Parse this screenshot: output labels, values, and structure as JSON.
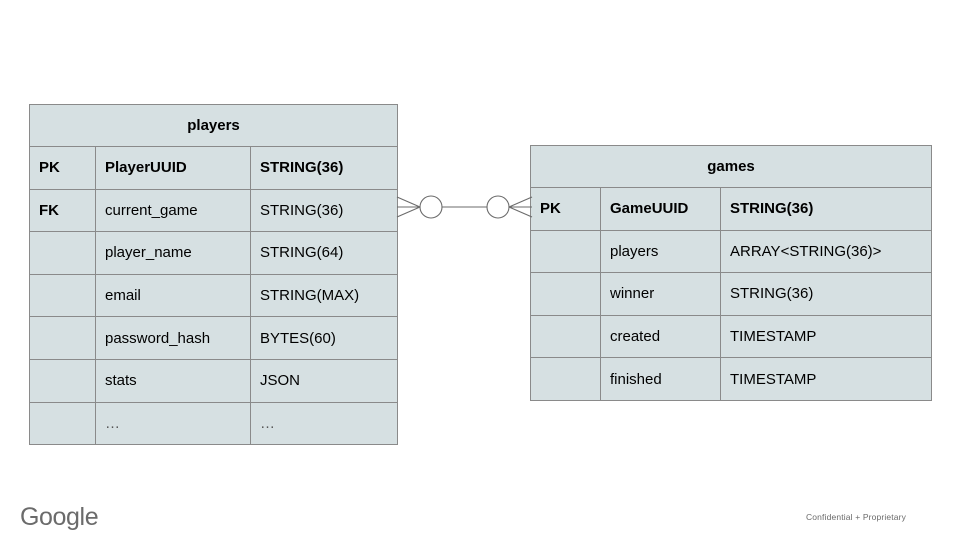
{
  "diagram": {
    "type": "entity-relationship-diagram",
    "background_color": "#ffffff",
    "entity_fill_color": "#d6e0e2",
    "entity_border_color": "#8a8a8a",
    "connector_color": "#6b6b6b",
    "entities": [
      {
        "name": "players",
        "columns": [
          {
            "key": "PK",
            "field": "PlayerUUID",
            "type": "STRING(36)",
            "emphasis": "bold"
          },
          {
            "key": "FK",
            "field": "current_game",
            "type": "STRING(36)",
            "emphasis": "normal"
          },
          {
            "key": "",
            "field": "player_name",
            "type": "STRING(64)",
            "emphasis": "normal"
          },
          {
            "key": "",
            "field": "email",
            "type": "STRING(MAX)",
            "emphasis": "normal"
          },
          {
            "key": "",
            "field": "password_hash",
            "type": "BYTES(60)",
            "emphasis": "normal"
          },
          {
            "key": "",
            "field": "stats",
            "type": "JSON",
            "emphasis": "normal"
          },
          {
            "key": "",
            "field": "…",
            "type": "…",
            "emphasis": "ellipsis"
          }
        ]
      },
      {
        "name": "games",
        "columns": [
          {
            "key": "PK",
            "field": "GameUUID",
            "type": "STRING(36)",
            "emphasis": "bold"
          },
          {
            "key": "",
            "field": "players",
            "type": "ARRAY<STRING(36)>",
            "emphasis": "normal"
          },
          {
            "key": "",
            "field": "winner",
            "type": "STRING(36)",
            "emphasis": "normal"
          },
          {
            "key": "",
            "field": "created",
            "type": "TIMESTAMP",
            "emphasis": "normal"
          },
          {
            "key": "",
            "field": "finished",
            "type": "TIMESTAMP",
            "emphasis": "normal"
          }
        ]
      }
    ],
    "relationship": {
      "from_entity": "players",
      "from_field": "current_game",
      "to_entity": "games",
      "to_field": "GameUUID",
      "left_notation": "zero-or-many",
      "right_notation": "zero-or-many",
      "cardinality": "many-to-many"
    }
  },
  "footer": {
    "logo_text": "Google",
    "confidential_text": "Confidential + Proprietary"
  }
}
